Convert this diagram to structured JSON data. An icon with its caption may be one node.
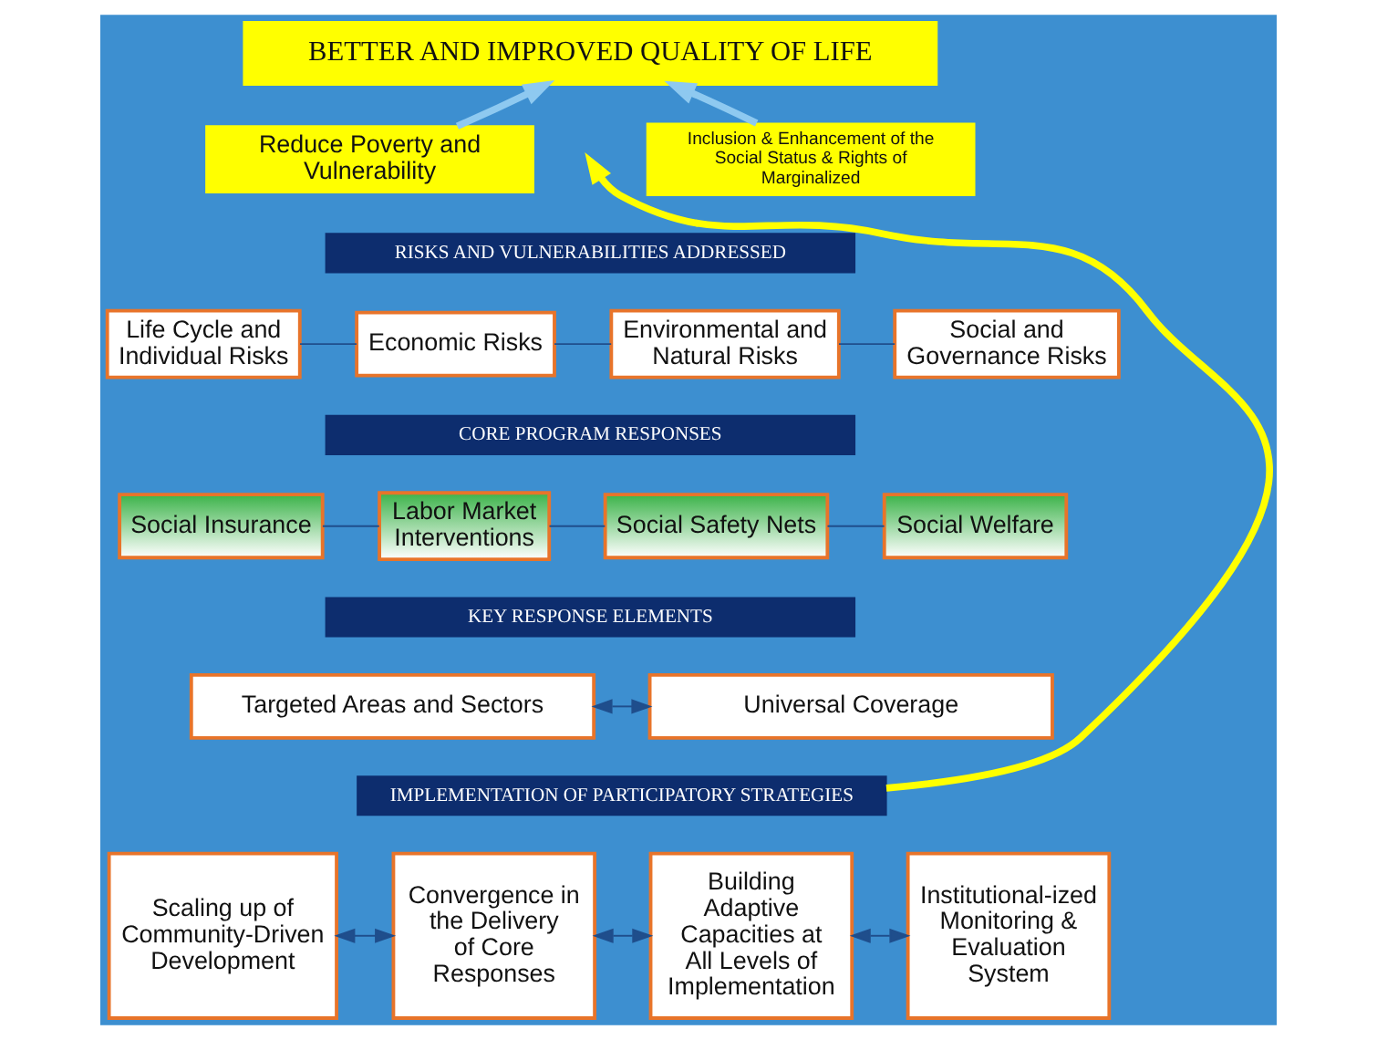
{
  "diagram": {
    "nodes": [
      {
        "text": [
          "BETTER AND IMPROVED QUALITY OF LIFE"
        ]
      },
      {
        "text": [
          "Reduce Poverty and Vulnerability"
        ]
      },
      {
        "text": [
          "Inclusion & Enhancement of the Social Status & Rights of Marginalized"
        ]
      },
      {
        "text": [
          "RISKS AND VULNERABILITIES ADDRESSED"
        ]
      },
      {
        "text": [
          "Life Cycle and Individual Risks"
        ]
      },
      {
        "text": [
          "Economic Risks"
        ]
      },
      {
        "text": [
          "Environmental and Natural Risks"
        ]
      },
      {
        "text": [
          "Social and Governance Risks"
        ]
      },
      {
        "text": [
          "CORE PROGRAM RESPONSES"
        ]
      },
      {
        "text": [
          "Social Insurance"
        ]
      },
      {
        "text": [
          "Labor Market Interventions"
        ]
      },
      {
        "text": [
          "Social Safety Nets"
        ]
      },
      {
        "text": [
          "Social Welfare"
        ]
      },
      {
        "text": [
          "KEY RESPONSE ELEMENTS"
        ]
      },
      {
        "text": [
          "Targeted Areas and Sectors"
        ]
      },
      {
        "text": [
          "Universal Coverage"
        ]
      },
      {
        "text": [
          "IMPLEMENTATION OF PARTICIPATORY STRATEGIES"
        ]
      },
      {
        "text": [
          "Scaling up of Community-Driven Development"
        ]
      },
      {
        "text": [
          "Convergence in the Delivery of Core Responses"
        ]
      },
      {
        "text": [
          "Building Adaptive Capacities at All Levels of Implementation"
        ]
      },
      {
        "text": [
          "Institutional-ized Monitoring & Evaluation System"
        ]
      }
    ],
    "edges": [
      {
        "from": 1,
        "to": 0,
        "arrow": "to",
        "style": "thick",
        "color": "#8ec9f0"
      },
      {
        "from": 2,
        "to": 0,
        "arrow": "to",
        "style": "thick",
        "color": "#8ec9f0"
      },
      {
        "from": 16,
        "to": null,
        "arrow": "to",
        "style": "thick",
        "color": "#ffff00"
      },
      {
        "from": 4,
        "to": 5,
        "arrow": "none"
      },
      {
        "from": 5,
        "to": 6,
        "arrow": "none"
      },
      {
        "from": 6,
        "to": 7,
        "arrow": "none"
      },
      {
        "from": 9,
        "to": 10,
        "arrow": "none"
      },
      {
        "from": 10,
        "to": 11,
        "arrow": "none"
      },
      {
        "from": 11,
        "to": 12,
        "arrow": "none"
      },
      {
        "from": 14,
        "to": 15,
        "arrow": "both"
      },
      {
        "from": 17,
        "to": 18,
        "arrow": "both"
      },
      {
        "from": 18,
        "to": 19,
        "arrow": "both"
      },
      {
        "from": 19,
        "to": 20,
        "arrow": "both"
      }
    ]
  }
}
